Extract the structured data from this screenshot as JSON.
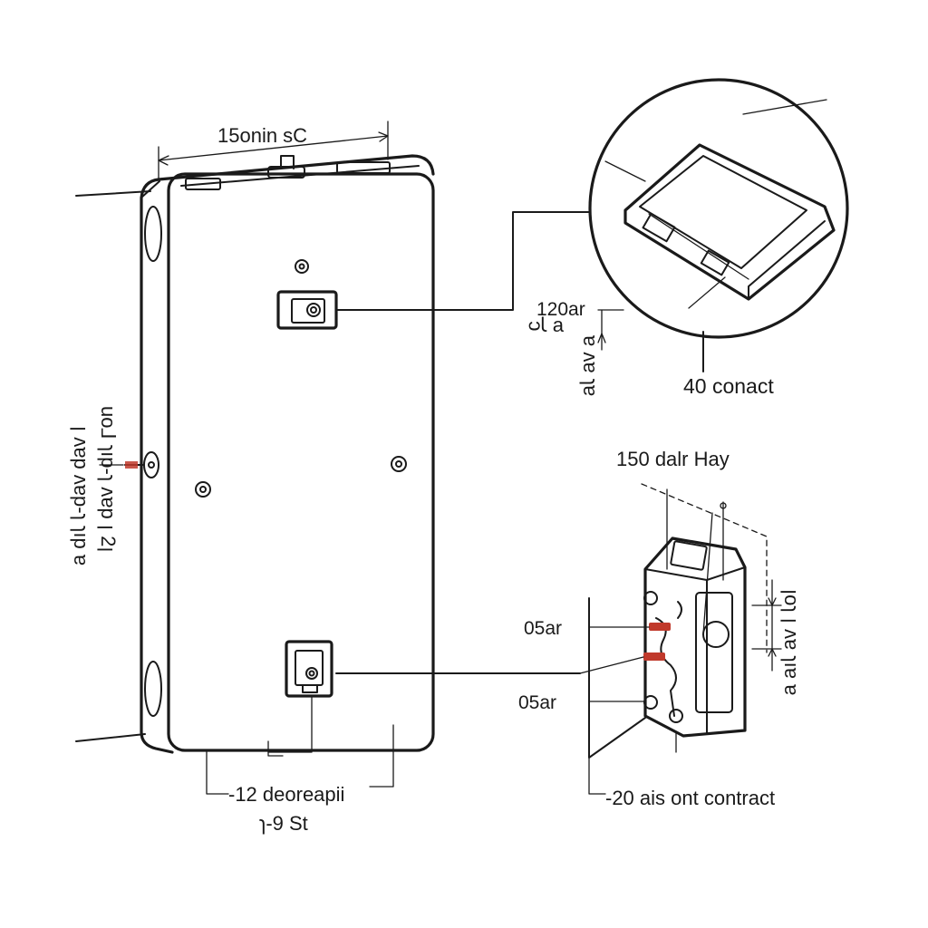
{
  "labels": {
    "top_width": "15onin sC",
    "left_vertical_1": "uo⅃ ɿıp-ɿ ʌɐp ꞁ 2ꞁ",
    "left_vertical_2": "ꞁ ʌɐp ʌɐp-ɿ ɿıp ɐ",
    "zoom_left_number": "120ar",
    "zoom_left_rot1": "ɐ ɿᴒ",
    "zoom_left_rot2": "ɐ ʌɐ ɿɐ",
    "zoom_contact": "40  conact",
    "relay_top": "150 dalr  Hay",
    "relay_right_vertical": "ꞁoɿ ꞁ ʌɐ ɿıɐ ɐ",
    "relay_pin_upper": "05ar",
    "relay_pin_lower": "05ar",
    "relay_bottom": "-20  ais  ont contract",
    "bottom_label_1": "-12  deoreapii",
    "bottom_label_2": "ɿ-9 St"
  },
  "colors": {
    "line": "#1a1a1a",
    "pin_accent": "#c0392b",
    "background": "#ffffff"
  }
}
